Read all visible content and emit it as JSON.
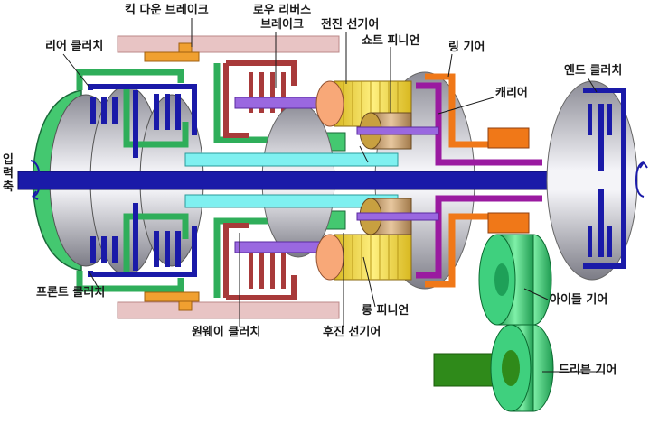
{
  "labels": {
    "kickdown_brake": "킥 다운 브레이크",
    "low_reverse_brake_line1": "로우 리버스",
    "low_reverse_brake_line2": "브레이크",
    "forward_sun_gear": "전진 선기어",
    "short_pinion": "쇼트 피니언",
    "ring_gear": "링 기어",
    "rear_clutch": "리어 클러치",
    "carrier": "캐리어",
    "end_clutch": "엔드 클러치",
    "input_shaft": "입력축",
    "front_clutch": "프론트 클러치",
    "long_pinion": "롱 피니언",
    "idle_gear": "아이들 기어",
    "one_way_clutch": "원웨이 클러치",
    "reverse_sun_gear": "후진 선기어",
    "drive_gear": "드리븐 기어"
  },
  "colors": {
    "shaft": "#1a1aa8",
    "front_clutch_green": "#44c870",
    "rear_clutch_navy": "#1a1aa8",
    "low_reverse_brake": "#a83a3a",
    "kickdown_brake": "#f0a030",
    "sun_gear_cyan": "#7ff0f0",
    "pinion_yellow": "#f8e040",
    "short_pinion_tan": "#c8a070",
    "ring_gear_orange": "#f07818",
    "carrier_purple": "#9a1aa0",
    "idle_gear_green": "#38c878",
    "drive_gear_green": "#2f8a1a",
    "housing_gray": "#c0c0c8",
    "case_pink": "#e8c0c0"
  },
  "icons": {
    "input_rotation": "rotation-arrow-icon",
    "output_rotation": "rotation-arrow-icon"
  }
}
